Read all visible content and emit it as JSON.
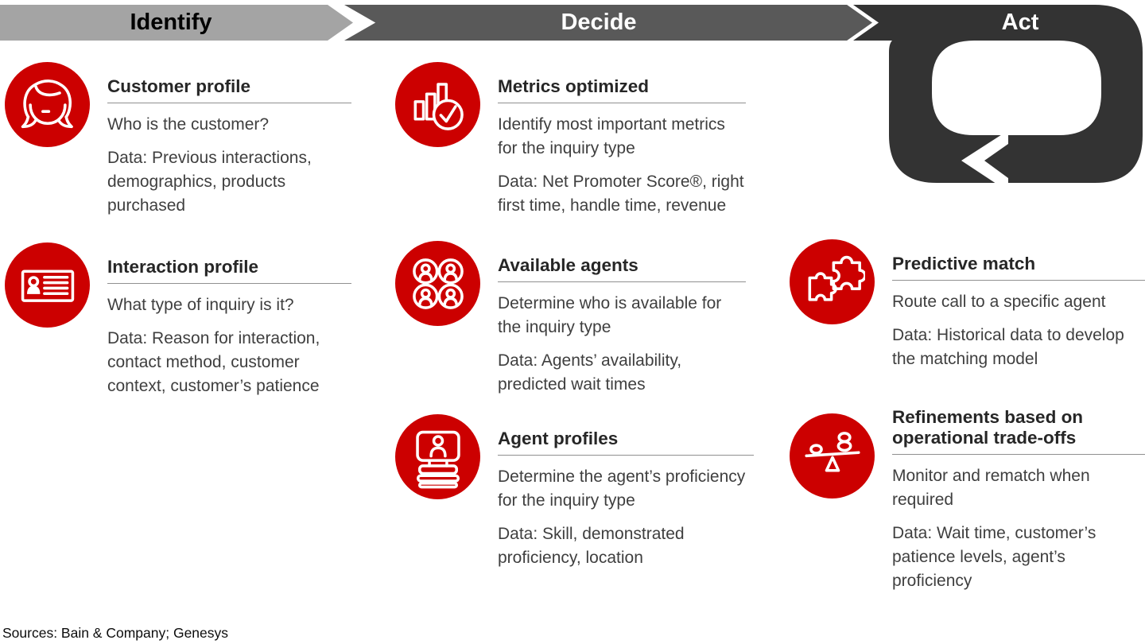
{
  "phases": [
    {
      "label": "Identify"
    },
    {
      "label": "Decide"
    },
    {
      "label": "Act"
    }
  ],
  "cards": [
    {
      "icon": "customer-face-icon",
      "title": "Customer profile",
      "question": "Who is the customer?",
      "data": "Data: Previous interactions, demographics, products purchased"
    },
    {
      "icon": "id-card-icon",
      "title": "Interaction profile",
      "question": "What type of inquiry is it?",
      "data": "Data: Reason for interaction, contact method, customer context, customer’s patience"
    },
    {
      "icon": "metrics-check-icon",
      "title": "Metrics optimized",
      "question": "Identify most important metrics for the inquiry type",
      "data": "Data: Net Promoter Score®, right first time, handle time, revenue"
    },
    {
      "icon": "agents-group-icon",
      "title": "Available agents",
      "question": "Determine who is available for the inquiry type",
      "data": "Data: Agents’ availability, predicted wait times"
    },
    {
      "icon": "agent-laptop-icon",
      "title": "Agent profiles",
      "question": "Determine the agent’s proficiency for the inquiry type",
      "data": "Data: Skill, demonstrated proficiency, location"
    },
    {
      "icon": "puzzle-icon",
      "title": "Predictive match",
      "question": "Route call to a specific agent",
      "data": "Data: Historical data to develop the matching model"
    },
    {
      "icon": "balance-icon",
      "title": "Refinements based on operational trade-offs",
      "question": "Monitor and rematch when required",
      "data": "Data: Wait time, customer’s patience levels, agent’s proficiency"
    }
  ],
  "footer": {
    "sources": "Sources: Bain & Company; Genesys"
  },
  "colors": {
    "red": "#cc0000",
    "phase_identify": "#a4a4a4",
    "phase_decide": "#595959",
    "phase_act": "#333333"
  }
}
